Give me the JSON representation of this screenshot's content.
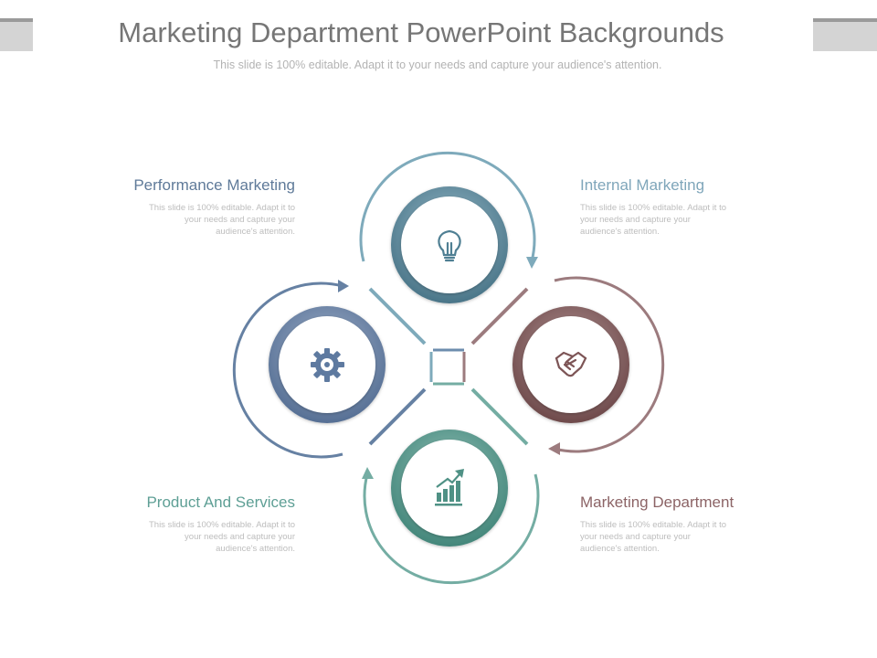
{
  "header": {
    "title": "Marketing Department PowerPoint Backgrounds",
    "subtitle": "This slide is 100% editable. Adapt it to your needs and capture your audience's attention."
  },
  "blocks": {
    "top_left": {
      "heading": "Performance Marketing",
      "body": "This slide is 100% editable. Adapt it to your needs and capture your audience's attention.",
      "color": "#5f7a99"
    },
    "top_right": {
      "heading": "Internal Marketing",
      "body": "This slide is 100% editable. Adapt it to your needs and capture your audience's attention.",
      "color": "#7fa6ba"
    },
    "bottom_left": {
      "heading": "Product And Services",
      "body": "This slide is 100% editable. Adapt it to your needs and capture your audience's attention.",
      "color": "#5e9f95"
    },
    "bottom_right": {
      "heading": "Marketing Department",
      "body": "This slide is 100% editable. Adapt it to your needs and capture your audience's attention.",
      "color": "#8c6466"
    }
  },
  "diagram": {
    "colors": {
      "top": "#4f7f93",
      "left": "#5e7aa0",
      "right": "#7d5556",
      "bottom": "#4f9185",
      "top_arrow": "#7eaabb",
      "left_arrow": "#6681a3",
      "right_arrow": "#9c7b7e",
      "bottom_arrow": "#74ada3"
    },
    "icons": {
      "top": "lightbulb-icon",
      "left": "gear-icon",
      "right": "handshake-icon",
      "bottom": "growth-chart-icon"
    }
  }
}
